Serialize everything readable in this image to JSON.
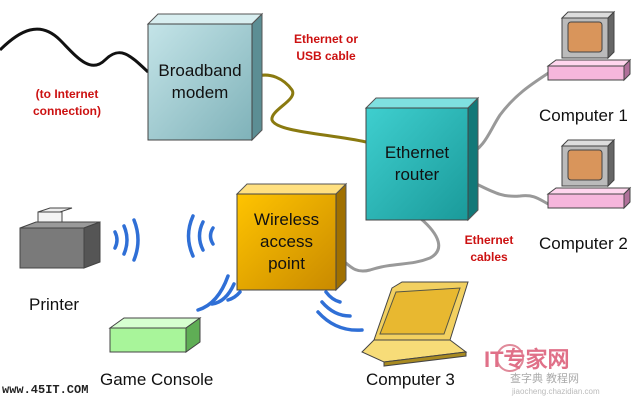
{
  "nodes": {
    "modem": "Broadband modem",
    "router": "Ethernet router",
    "wap": "Wireless access point",
    "printer": "Printer",
    "game_console": "Game Console",
    "computer1": "Computer 1",
    "computer2": "Computer 2",
    "computer3": "Computer 3"
  },
  "notes": {
    "internet": "(to Internet connection)",
    "modem_cable": "Ethernet or USB cable",
    "router_cables": "Ethernet cables"
  },
  "watermarks": {
    "left": "www.45IT.COM",
    "logo": "IT专家网",
    "sub": "查字典 教程网",
    "url": "jiaocheng.chazidian.com"
  },
  "colors": {
    "modem": "#a9d3d8",
    "router": "#33b8b8",
    "wap": "#e8a800",
    "signal": "#2f6fd6",
    "cable_modem": "#8a7a10",
    "cable_router": "#999999",
    "note_red": "#cc1111"
  }
}
